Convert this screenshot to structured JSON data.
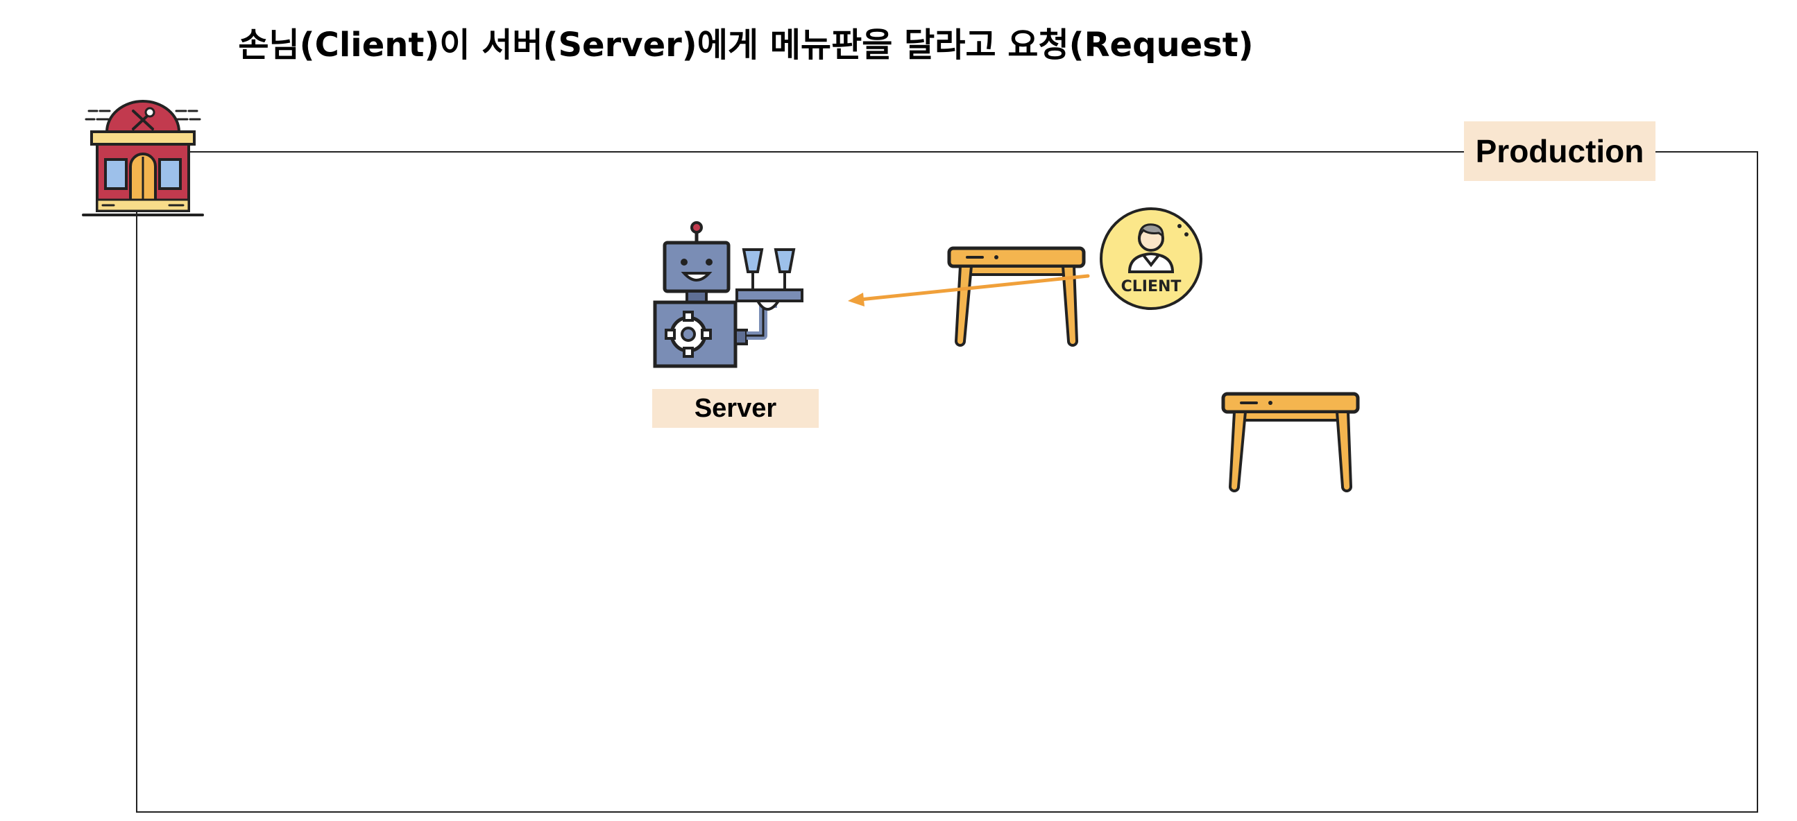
{
  "title": "손님(Client)이 서버(Server)에게 메뉴판을 달라고 요청(Request)",
  "labels": {
    "production": "Production",
    "server": "Server",
    "client_badge": "CLIENT"
  },
  "icons": {
    "store": "restaurant-store-icon",
    "robot": "robot-waiter-icon",
    "table": "table-icon",
    "client": "client-person-icon"
  },
  "colors": {
    "tag_bg": "#f9e6d0",
    "arrow": "#f0a03a",
    "table": "#f4b54f",
    "robot": "#7a8db5",
    "client_bg": "#fbe78a",
    "store_roof": "#c23a4e"
  }
}
